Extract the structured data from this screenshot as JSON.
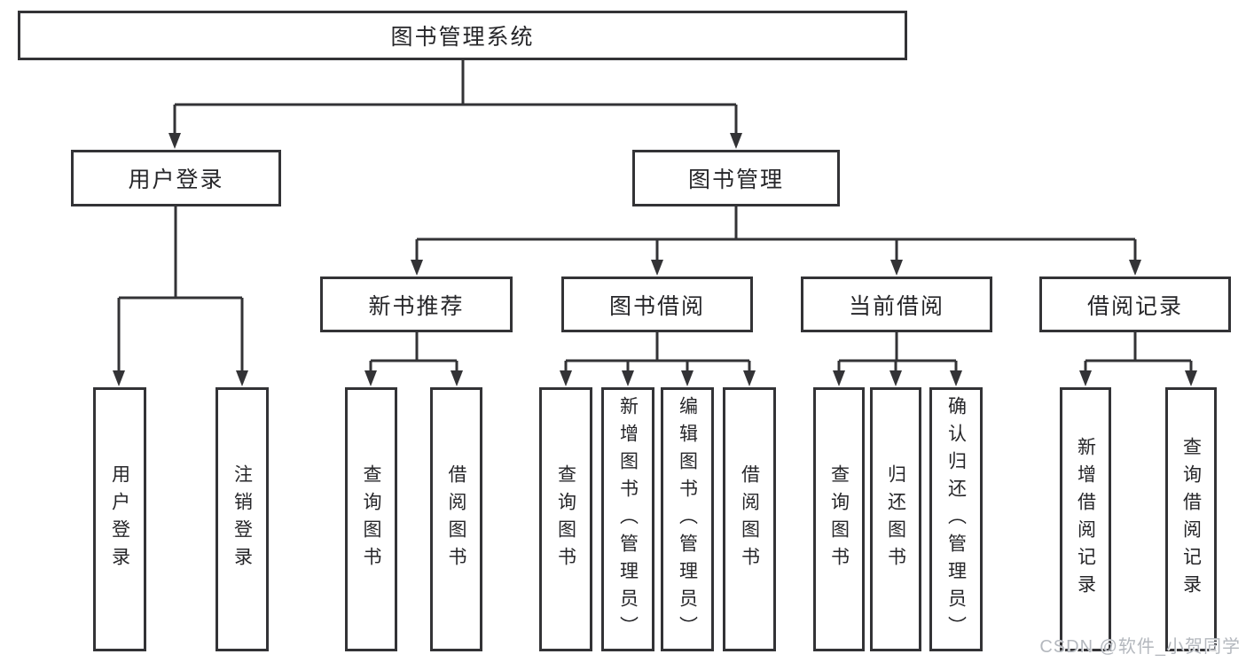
{
  "diagram": {
    "title": "图书管理系统",
    "tree": {
      "root": "图书管理系统",
      "branches": [
        {
          "label": "用户登录",
          "leaves": [
            "用户登录",
            "注销登录"
          ]
        },
        {
          "label": "图书管理",
          "groups": [
            {
              "label": "新书推荐",
              "leaves": [
                "查询图书",
                "借阅图书"
              ]
            },
            {
              "label": "图书借阅",
              "leaves": [
                "查询图书",
                "新增图书（管理员）",
                "编辑图书（管理员）",
                "借阅图书"
              ]
            },
            {
              "label": "当前借阅",
              "leaves": [
                "查询图书",
                "归还图书",
                "确认归还（管理员）"
              ]
            },
            {
              "label": "借阅记录",
              "leaves": [
                "新增借阅记录",
                "查询借阅记录"
              ]
            }
          ]
        }
      ]
    }
  },
  "watermark": {
    "text": "CSDN @软件_小贺同学"
  },
  "colors": {
    "line": "#333336",
    "box_border": "#333336",
    "box_fill": "#ffffff",
    "text": "#262629",
    "background": "#ffffff",
    "watermark": "#b4b8be"
  }
}
